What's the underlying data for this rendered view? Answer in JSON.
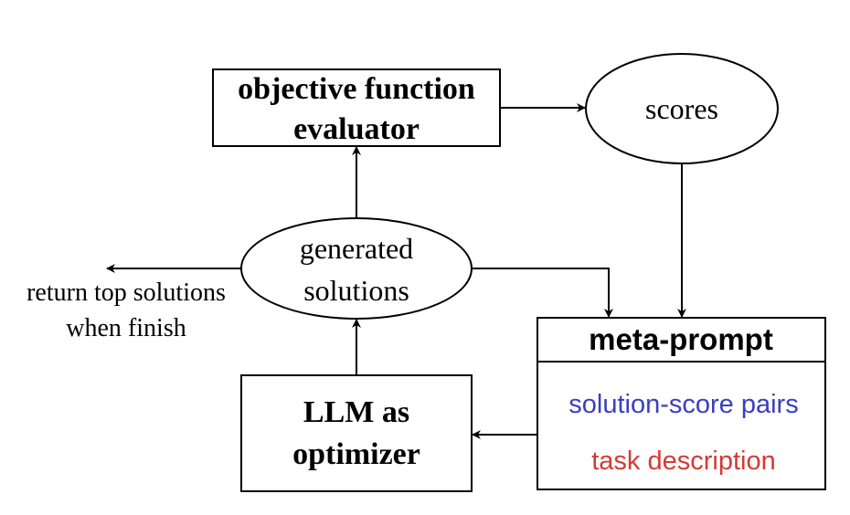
{
  "nodes": {
    "evaluator": {
      "line1": "objective function",
      "line2": "evaluator"
    },
    "scores": {
      "label": "scores"
    },
    "generated": {
      "line1": "generated",
      "line2": "solutions"
    },
    "llm": {
      "line1": "LLM as",
      "line2": "optimizer"
    },
    "meta_prompt": {
      "title": "meta-prompt",
      "item1": "solution-score pairs",
      "item2": "task description"
    },
    "return_note": {
      "line1": "return top solutions",
      "line2": "when finish"
    }
  },
  "colors": {
    "stroke": "#000000",
    "solution_score_pairs": "#3a3fbf",
    "task_description": "#d43a34"
  }
}
